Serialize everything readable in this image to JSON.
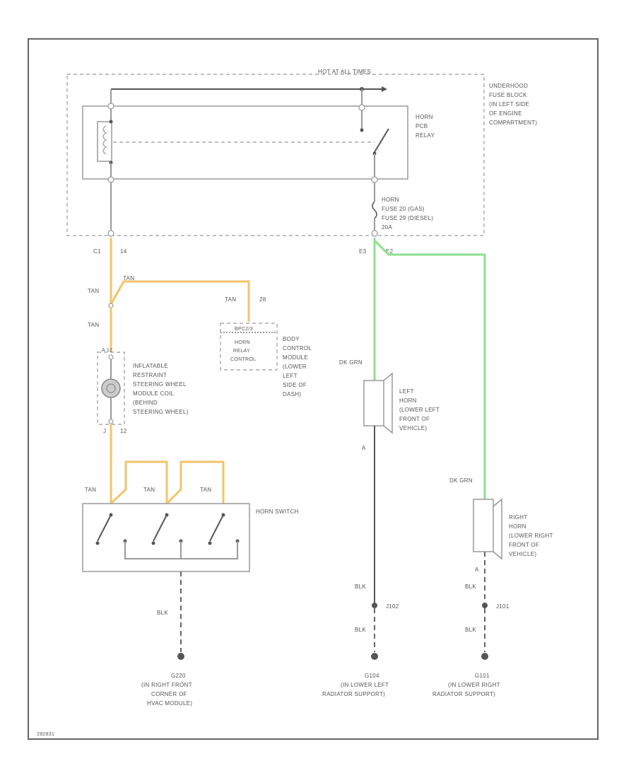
{
  "colors": {
    "tan_wire": "#f2c46a",
    "green_wire": "#8ee08e",
    "line": "#9a9a9a",
    "dark_line": "#555555"
  },
  "hot_label": "HOT AT ALL TIMES",
  "underhood": [
    "UNDERHOOD",
    "FUSE BLOCK",
    "(IN LEFT SIDE",
    "OF ENGINE",
    "COMPARTMENT)"
  ],
  "relay_label": [
    "HORN",
    "PCB",
    "RELAY"
  ],
  "fuse_label": [
    "HORN",
    "FUSE 20 (GAS)",
    "FUSE 29 (DIESEL)",
    "20A"
  ],
  "left_conn": {
    "c1": "C1",
    "c1pin": "14"
  },
  "right_conn": {
    "c3": "E3",
    "pin": "E2"
  },
  "tan_labels": {
    "t1": "TAN",
    "t2": "TAN",
    "t3": "TAN",
    "t4": "TAN",
    "t4pin": "28",
    "t5": "TAN",
    "t6": "TAN",
    "t7": "TAN"
  },
  "bcm_conn": "BPC2/3",
  "bcm_inner": [
    "HORN",
    "RELAY",
    "CONTROL"
  ],
  "bcm_label": [
    "BODY",
    "CONTROL",
    "MODULE",
    "(LOWER",
    "LEFT",
    "SIDE OF",
    "DASH)"
  ],
  "coil_conn": "A 12",
  "coil_label": [
    "INFLATABLE",
    "RESTRAINT",
    "STEERING WHEEL",
    "MODULE COIL",
    "(BEHIND",
    "STEERING WHEEL)"
  ],
  "coil_bottom": {
    "j": "J",
    "pin": "12"
  },
  "horn_switch": "HORN SWITCH",
  "left_horn": {
    "wire": "DK GRN",
    "label": [
      "LEFT",
      "HORN",
      "(LOWER LEFT",
      "FRONT OF",
      "VEHICLE)"
    ],
    "pin": "A"
  },
  "right_horn": {
    "wire": "DK GRN",
    "label": [
      "RIGHT",
      "HORN",
      "(LOWER RIGHT",
      "FRONT OF",
      "VEHICLE)"
    ],
    "pin": "A"
  },
  "blk": "BLK",
  "splices": {
    "left": "J102",
    "right": "J101"
  },
  "grounds": {
    "g1": {
      "id": "G220",
      "label": [
        "(IN RIGHT FRONT",
        "CORNER OF",
        "HVAC MODULE)"
      ]
    },
    "g2": {
      "id": "G104",
      "label": [
        "(IN LOWER LEFT",
        "RADIATOR SUPPORT)"
      ]
    },
    "g3": {
      "id": "G101",
      "label": [
        "(IN LOWER RIGHT",
        "RADIATOR SUPPORT)"
      ]
    }
  },
  "footer_code": "282831"
}
